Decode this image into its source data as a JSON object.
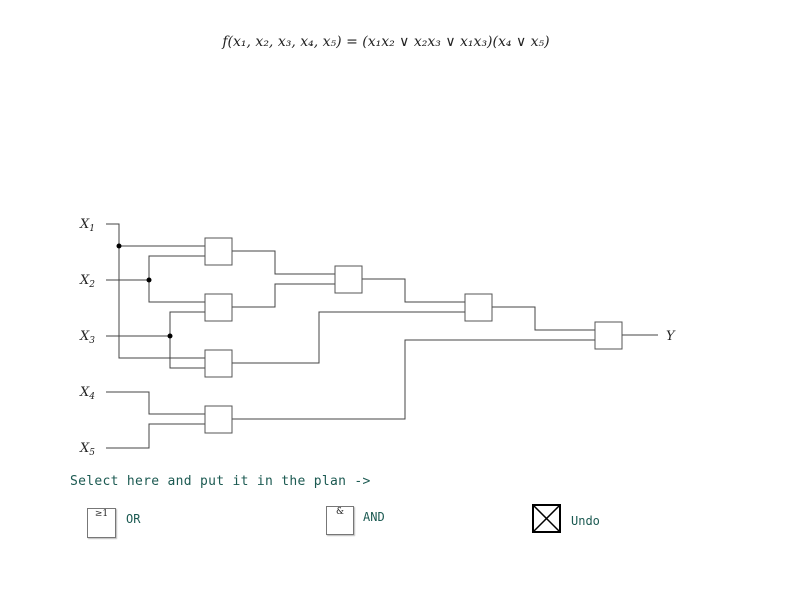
{
  "formula": "f(x₁, x₂, x₃, x₄, x₅) = (x₁x₂ ∨ x₂x₃ ∨ x₁x₃)(x₄ ∨ x₅)",
  "inputs": [
    {
      "letter": "X",
      "index": "1"
    },
    {
      "letter": "X",
      "index": "2"
    },
    {
      "letter": "X",
      "index": "3"
    },
    {
      "letter": "X",
      "index": "4"
    },
    {
      "letter": "X",
      "index": "5"
    }
  ],
  "output_label": "Y",
  "instruction": "Select here and put it in the plan ->",
  "palette": {
    "or": {
      "symbol": "≥1",
      "label": "OR"
    },
    "and": {
      "symbol": "&",
      "label": "AND"
    },
    "undo": {
      "label": "Undo",
      "icon": "x-box-icon"
    }
  }
}
